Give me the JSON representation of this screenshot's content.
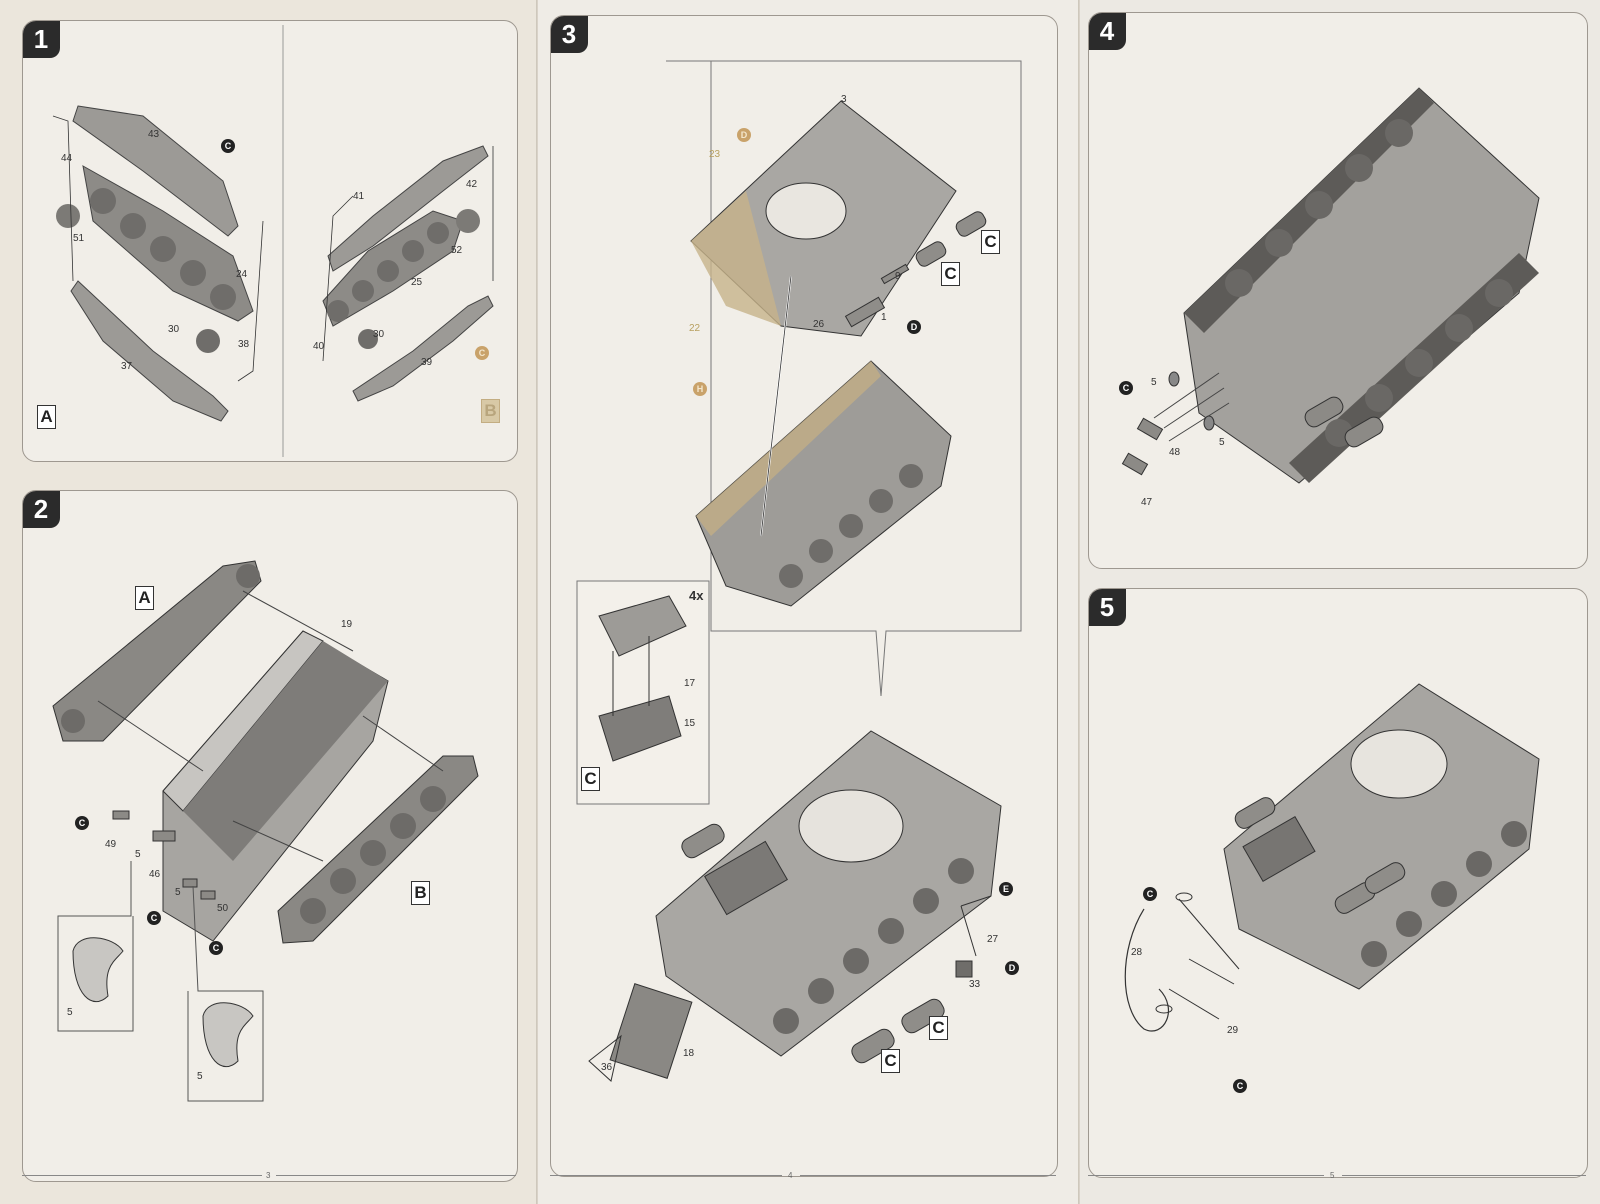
{
  "pages": [
    {
      "page_number": "3"
    },
    {
      "page_number": "4"
    },
    {
      "page_number": "5"
    }
  ],
  "steps": [
    {
      "number": "1",
      "left_tag": "A",
      "right_tag": "B",
      "parts": {
        "p43": "43",
        "p44": "44",
        "p51": "51",
        "p24": "24",
        "p30a": "30",
        "p38": "38",
        "p37": "37",
        "p41": "41",
        "p42": "42",
        "p52": "52",
        "p25": "25",
        "p40": "40",
        "p30b": "30",
        "p39": "39"
      },
      "sprue_a": "C",
      "sprue_b": "C"
    },
    {
      "number": "2",
      "tag_a": "A",
      "tag_b": "B",
      "parts": {
        "p19": "19",
        "p49": "49",
        "p5a": "5",
        "p46": "46",
        "p5b": "5",
        "p50": "50",
        "p5c": "5",
        "p5d": "5"
      },
      "sprues": [
        "C",
        "C",
        "C"
      ]
    },
    {
      "number": "3",
      "parts": {
        "p3": "3",
        "p23": "23",
        "p22": "22",
        "p26": "26",
        "p1": "1",
        "p9": "9",
        "p27": "27",
        "p33": "33",
        "p18": "18",
        "p36": "36",
        "p17": "17",
        "p15": "15"
      },
      "sprues": {
        "d1": "D",
        "h1": "H",
        "d2": "D",
        "e1": "E",
        "d3": "D"
      },
      "tags": [
        "C",
        "C",
        "C",
        "C"
      ],
      "inset_qty": "4x",
      "inset_tag": "C"
    },
    {
      "number": "4",
      "parts": {
        "p5a": "5",
        "p48": "48",
        "p5b": "5",
        "p47": "47"
      },
      "sprue": "C"
    },
    {
      "number": "5",
      "parts": {
        "p28": "28",
        "p29": "29"
      },
      "sprues": [
        "C",
        "C"
      ]
    }
  ],
  "colors": {
    "ink": "#333333",
    "page": "#efece6",
    "step_badge": "#2b2b2b",
    "faded_gold": "#c9a26a"
  }
}
